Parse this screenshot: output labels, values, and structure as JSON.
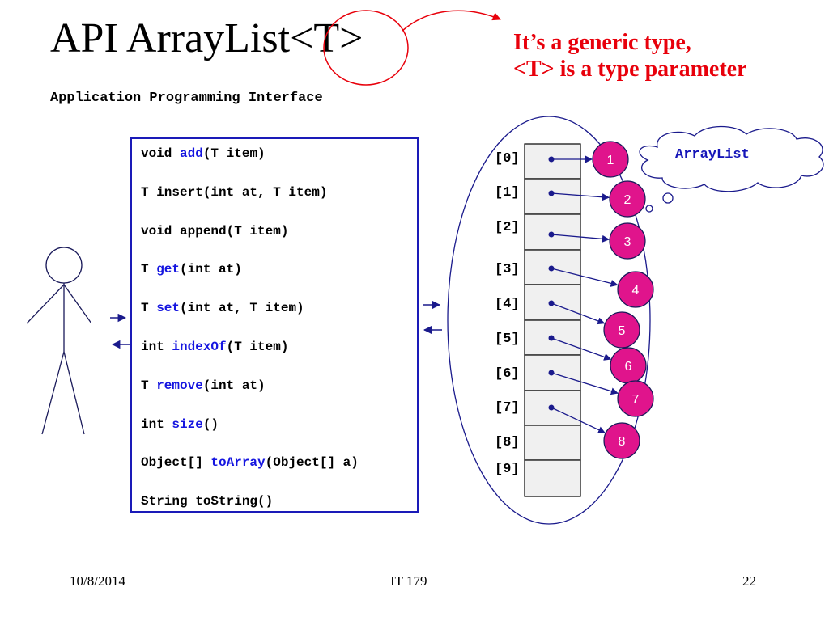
{
  "slide": {
    "title": "API ArrayList<T>",
    "subtitle": "Application Programming Interface",
    "annotation": {
      "line1": "It’s a generic type,",
      "line2": "<T> is a type parameter"
    },
    "methods": [
      {
        "pre": "void ",
        "name": "add",
        "post": "(T item)"
      },
      {
        "pre": "T insert(int at, T item)",
        "name": "",
        "post": ""
      },
      {
        "pre": "void append(T item)",
        "name": "",
        "post": ""
      },
      {
        "pre": "T ",
        "name": "get",
        "post": "(int at)"
      },
      {
        "pre": "T ",
        "name": "set",
        "post": "(int at, T item)"
      },
      {
        "pre": "int ",
        "name": "indexOf",
        "post": "(T item)"
      },
      {
        "pre": "T ",
        "name": "remove",
        "post": "(int at)"
      },
      {
        "pre": "int ",
        "name": "size",
        "post": "()"
      },
      {
        "pre": "Object[] ",
        "name": "toArray",
        "post": "(Object[] a)"
      },
      {
        "pre": "String toString()",
        "name": "",
        "post": ""
      }
    ],
    "array_indices": [
      "[0]",
      "[1]",
      "[2]",
      "[3]",
      "[4]",
      "[5]",
      "[6]",
      "[7]",
      "[8]",
      "[9]"
    ],
    "items": [
      "1",
      "2",
      "3",
      "4",
      "5",
      "6",
      "7",
      "8"
    ],
    "cloud_label": "ArrayList",
    "footer": {
      "date": "10/8/2014",
      "course": "IT 179",
      "page": "22"
    },
    "colors": {
      "accent_red": "#e8000b",
      "box_blue": "#1a1ab8",
      "method_blue": "#1515e0",
      "node_magenta": "#e0148c",
      "arrow_navy": "#1a1a8c",
      "cell_gray": "#f0f0f0"
    }
  }
}
